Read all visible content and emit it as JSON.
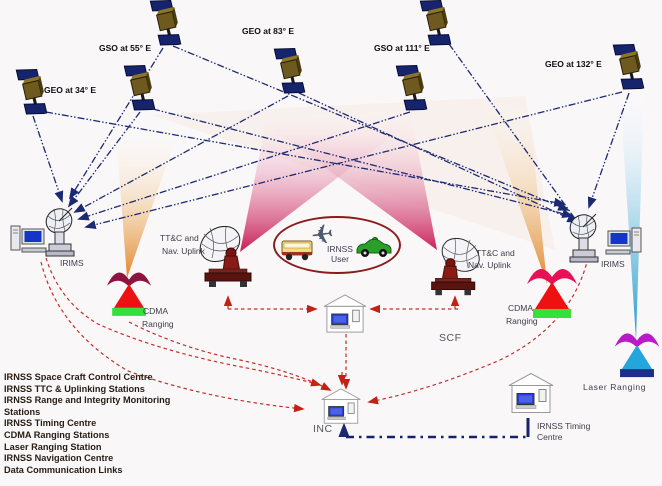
{
  "diagram": {
    "satellites": {
      "geo34": {
        "label": "GEO at 34° E"
      },
      "gso55": {
        "label": "GSO at 55° E"
      },
      "geo83": {
        "label": "GEO at 83° E"
      },
      "gso111": {
        "label": "GSO at 111° E"
      },
      "geo132": {
        "label": "GEO at 132° E"
      }
    },
    "stations": {
      "irims_left": {
        "label": "IRIMS"
      },
      "irims_right": {
        "label": "IRIMS"
      },
      "ttc_left": {
        "line1": "TT&C and",
        "line2": "Nav. Uplink"
      },
      "ttc_right": {
        "line1": "TT&C and",
        "line2": "Nav. Uplink"
      },
      "cdma_left": {
        "line1": "CDMA",
        "line2": "Ranging"
      },
      "cdma_right": {
        "line1": "CDMA",
        "line2": "Ranging"
      },
      "laser": {
        "label": "Laser Ranging"
      },
      "scf": {
        "label": "SCF"
      },
      "inc": {
        "label": "INC"
      },
      "timing": {
        "line1": "IRNSS Timing",
        "line2": "Centre"
      },
      "user": {
        "line1": "IRNSS",
        "line2": "User"
      }
    },
    "legend": [
      "IRNSS Space Craft Control Centre",
      "IRNSS TTC & Uplinking Stations",
      "IRNSS Range and Integrity Monitoring",
      "Stations",
      "IRNSS Timing Centre",
      "CDMA Ranging Stations",
      "Laser Ranging Station",
      "IRNSS Navigation Centre",
      "Data Communication Links"
    ],
    "colors": {
      "uplink_beam": "#c5104d",
      "ranging_beam": "#e07f1f",
      "laser_beam": "#1b96cb",
      "satellite_data_link": "#1b2a72",
      "scf_ground_link": "#c03028",
      "timing_link": "#16226b",
      "cdma_base": "#35e03a",
      "laser_crescent": "#b81ac8"
    }
  }
}
